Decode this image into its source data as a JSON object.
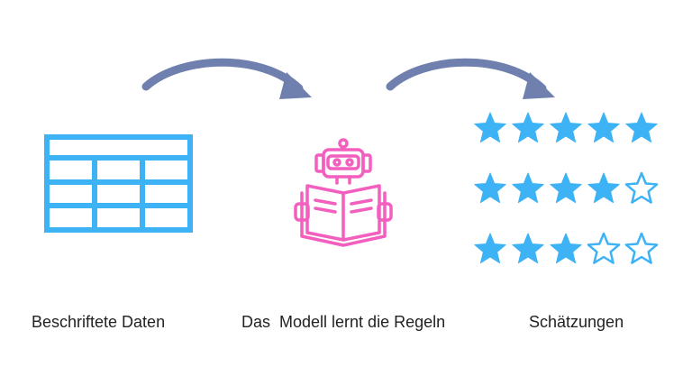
{
  "steps": [
    {
      "label": "Beschriftete Daten",
      "icon": "table-icon"
    },
    {
      "label": "Das  Modell lernt die Regeln",
      "icon": "robot-reading-book-icon"
    },
    {
      "label": "Schätzungen",
      "icon": "star-rating-icon"
    }
  ],
  "ratings": [
    {
      "filled": 5,
      "total": 5
    },
    {
      "filled": 4,
      "total": 5
    },
    {
      "filled": 3,
      "total": 5
    }
  ],
  "colors": {
    "table": "#3db3f5",
    "robot": "#f25fbf",
    "star": "#3db3f5",
    "arrow": "#6f7fae",
    "text": "#222222"
  }
}
